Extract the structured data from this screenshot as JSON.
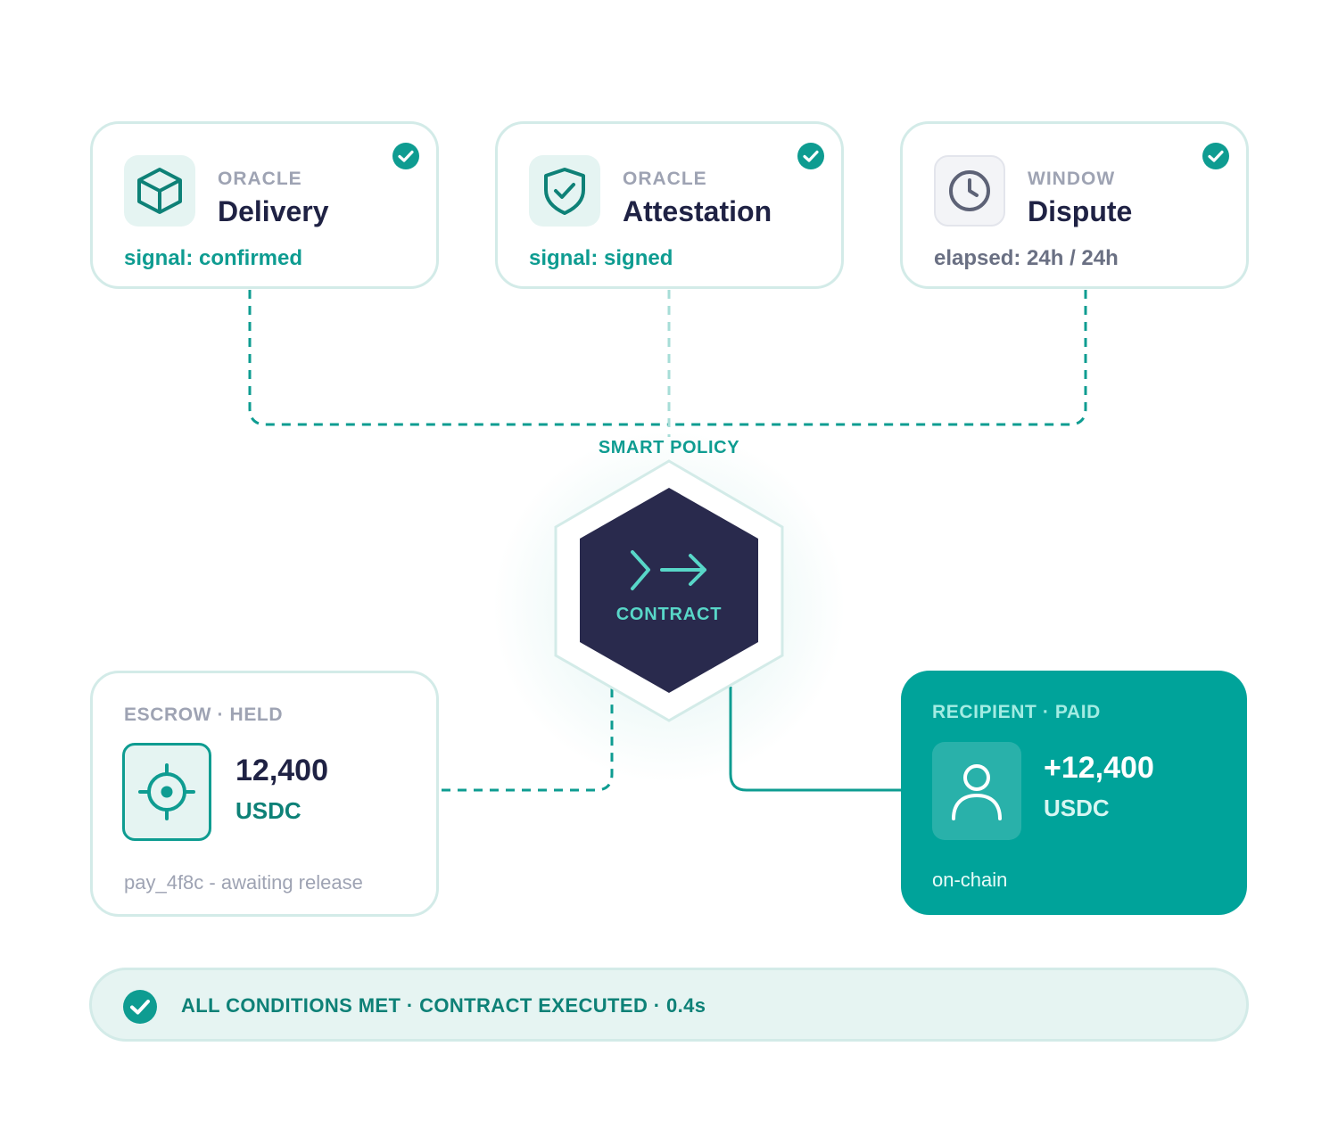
{
  "oracles": [
    {
      "kicker": "ORACLE",
      "name": "Delivery",
      "signal": "signal: confirmed",
      "icon": "box-icon",
      "status": "check-circle-icon"
    },
    {
      "kicker": "ORACLE",
      "name": "Attestation",
      "signal": "signal: signed",
      "icon": "shield-check-icon",
      "status": "check-circle-icon"
    },
    {
      "kicker": "WINDOW",
      "name": "Dispute",
      "signal": "elapsed: 24h / 24h",
      "icon": "clock-icon",
      "status": "check-circle-icon"
    }
  ],
  "policy": {
    "label": "SMART POLICY",
    "contract_label": "CONTRACT",
    "icon": "prompt-arrow-icon"
  },
  "escrow": {
    "kicker": "ESCROW · HELD",
    "amount": "12,400",
    "currency": "USDC",
    "footnote": "pay_4f8c - awaiting release",
    "icon": "target-icon"
  },
  "recipient": {
    "kicker": "RECIPIENT · PAID",
    "amount": "+12,400",
    "currency": "USDC",
    "footnote": "on-chain",
    "icon": "user-icon"
  },
  "status": {
    "text": "ALL CONDITIONS MET · CONTRACT EXECUTED · 0.4s",
    "icon": "check-circle-icon"
  },
  "colors": {
    "teal": "#0e9c91",
    "teal_fill": "#00a39a",
    "navy": "#292a4d",
    "light_teal": "#e5f4f2",
    "border": "#d3ebe8"
  }
}
